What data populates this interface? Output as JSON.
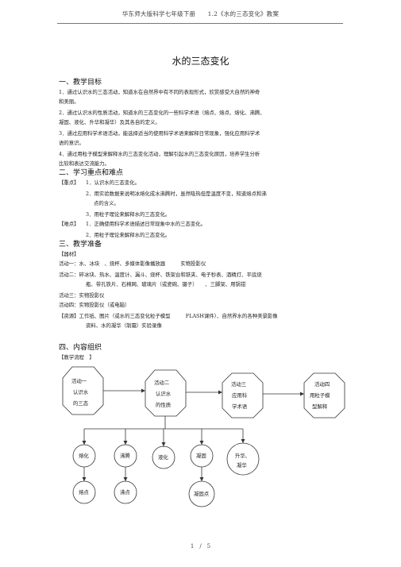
{
  "header": "华东师大版科学七年级下册　　1.2《水的三态变化》教案",
  "title": "水的三态变化",
  "sections": {
    "s1": "一、教学目标",
    "s2": "二、学习重点和难点",
    "s3": "三、教学准备",
    "s4": "四、内容组织"
  },
  "goals": [
    "1．通过认识水的三态活动，知道水在自然界中有不同的表现形式，欣赏感受大自然的神奇",
    "和美丽。",
    "2．通过认识水的性质活动，知道水的三态变化的一些科学术语（熔点、熔点、熔化、沸腾、",
    "凝固、液化、升华和凝华）及其各自的定义。",
    "3．通过应用科学术语活动，能选择适当的使用科学术语来解释日常现象，强化应用科学术",
    "语的意识。",
    "4．通过用粒子模型来解释水的三态变化活动，理解引起水的三态变化原因，培养学生分析",
    "比较和表达交流能力。"
  ],
  "key_points": {
    "label": "【重点】",
    "items": [
      "1．认识水的三态变化。",
      "2．用实验数据来说明冰熔化成水沸腾时，虽然吸热但是温度不变，知道熔点和沸",
      "点的含义。",
      "3．用粒子理论来解释水的三态变化。"
    ]
  },
  "difficult_points": {
    "label": "【难点】",
    "items": [
      "1．正确使用科学术语描述日常现象中水的三态变化。",
      "2．用粒子理论来解释水的三态变化。"
    ]
  },
  "prep": {
    "equipment_label": "【器材】",
    "lines": [
      "活动一：水、冰块　、烧杯、多媒体影像播放器　　　实物投影仪",
      "活动二：碎冰块、热水、温度计、漏斗、烧杯、铁架台和铁夹、电子秒表、酒精灯、平底烧",
      "瓶、带孔铁片、石棉网、玻璃片（或瓷碗、镊子）　　、三脚架、用锅钳",
      "活动三：实物投影仪",
      "活动四：实物投影仪（或电脑）",
      "【资源】工作纸、图片（或水的三态变化粒子模型　　　FLASH课件）、自然界水的各种美景影像",
      "资料、水的凝华（制霜）实验录像"
    ]
  },
  "flow_label": "【教学流程　】",
  "flow": {
    "activities": [
      [
        "活动一",
        "认识水",
        "的三态"
      ],
      [
        "活动二",
        "认识水",
        "的性质"
      ],
      [
        "活动三",
        "应用科",
        "学术语"
      ],
      [
        "活动四",
        "用粒子模",
        "型解释"
      ]
    ],
    "changes": [
      "熔化",
      "沸腾",
      "液化",
      "凝固",
      "升华、",
      "凝华"
    ],
    "points": [
      "熔点",
      "沸点",
      "凝固点"
    ]
  },
  "footer": "1　/　5"
}
